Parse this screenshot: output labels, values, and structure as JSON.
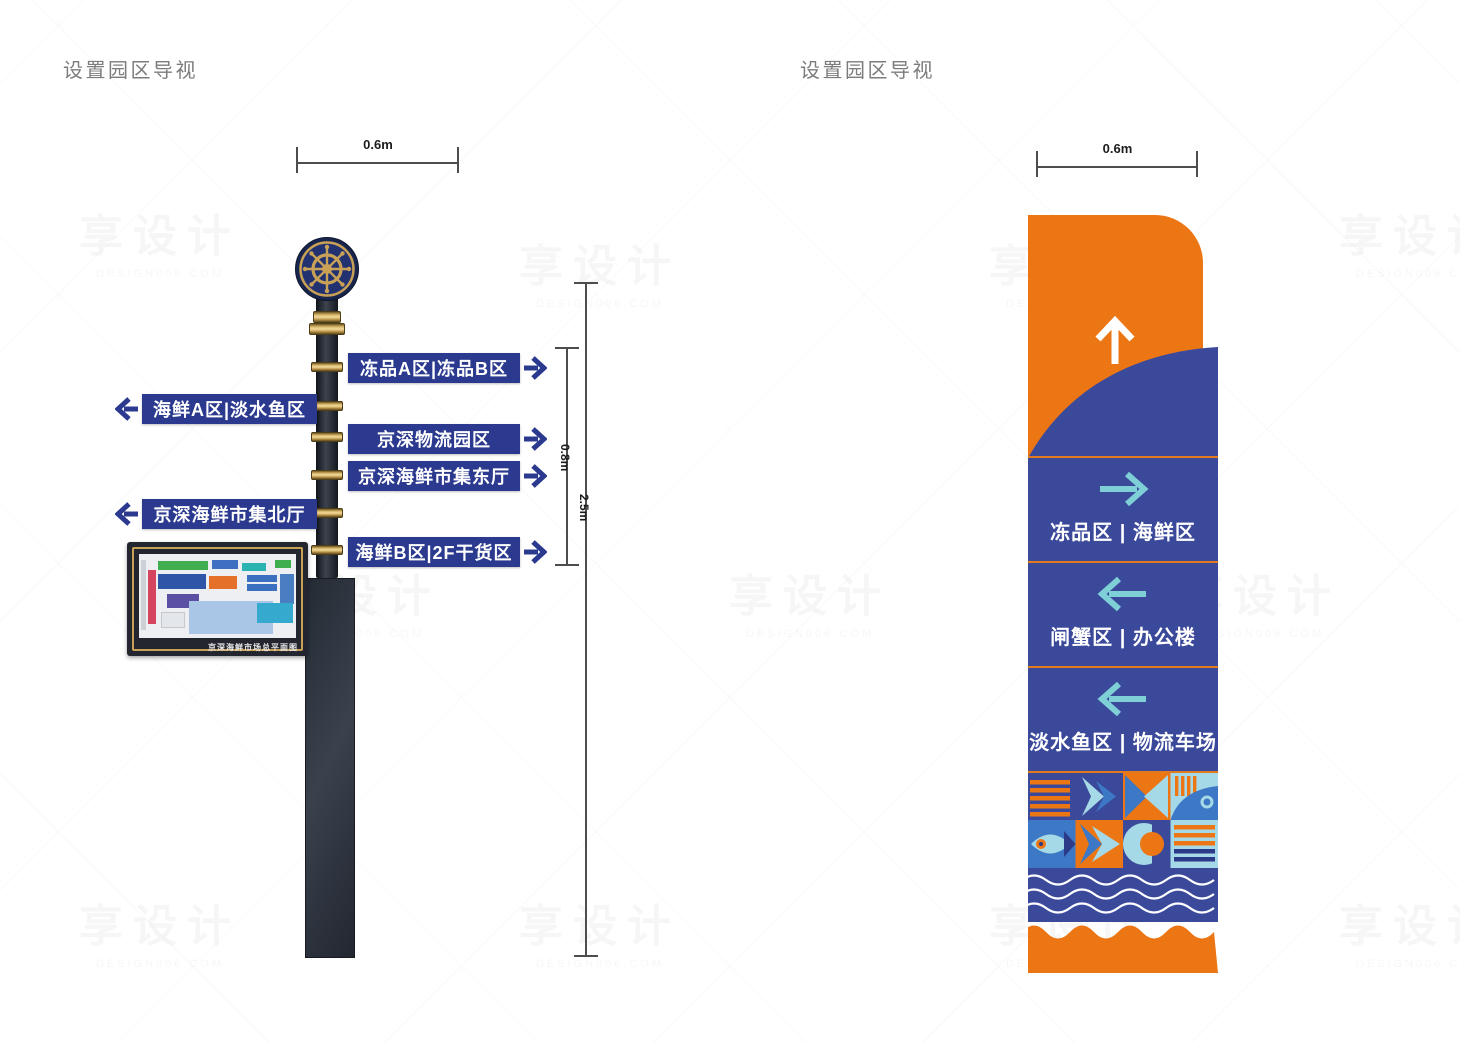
{
  "watermark": {
    "text": "享设计",
    "subtext": "DESIGN006.COM"
  },
  "left_panel": {
    "title": "设置园区导视",
    "dims": {
      "width": "0.6m",
      "sign_band": "0.8m",
      "total_height": "2.5m"
    },
    "signs_right": [
      {
        "label": "冻品A区|冻品B区"
      },
      {
        "label": "京深物流园区"
      },
      {
        "label": "京深海鲜市集东厅"
      },
      {
        "label": "海鲜B区|2F干货区"
      }
    ],
    "signs_left": [
      {
        "label": "海鲜A区|淡水鱼区"
      },
      {
        "label": "京深海鲜市集北厅"
      }
    ],
    "map_caption": "京深海鲜市场总平面图"
  },
  "right_panel": {
    "title": "设置园区导视",
    "dims": {
      "width": "0.6m"
    },
    "rows": [
      {
        "direction": "right",
        "label": "冻品区 | 海鲜区"
      },
      {
        "direction": "left",
        "label": "闸蟹区 | 办公楼"
      },
      {
        "direction": "left",
        "label": "淡水鱼区 | 物流车场"
      }
    ]
  },
  "colors": {
    "sign_blue": "#2b3a8f",
    "totem_blue": "#3b499b",
    "totem_orange": "#ed7614",
    "arrow_teal": "#7ed0d6",
    "gold": "#c9a156"
  }
}
